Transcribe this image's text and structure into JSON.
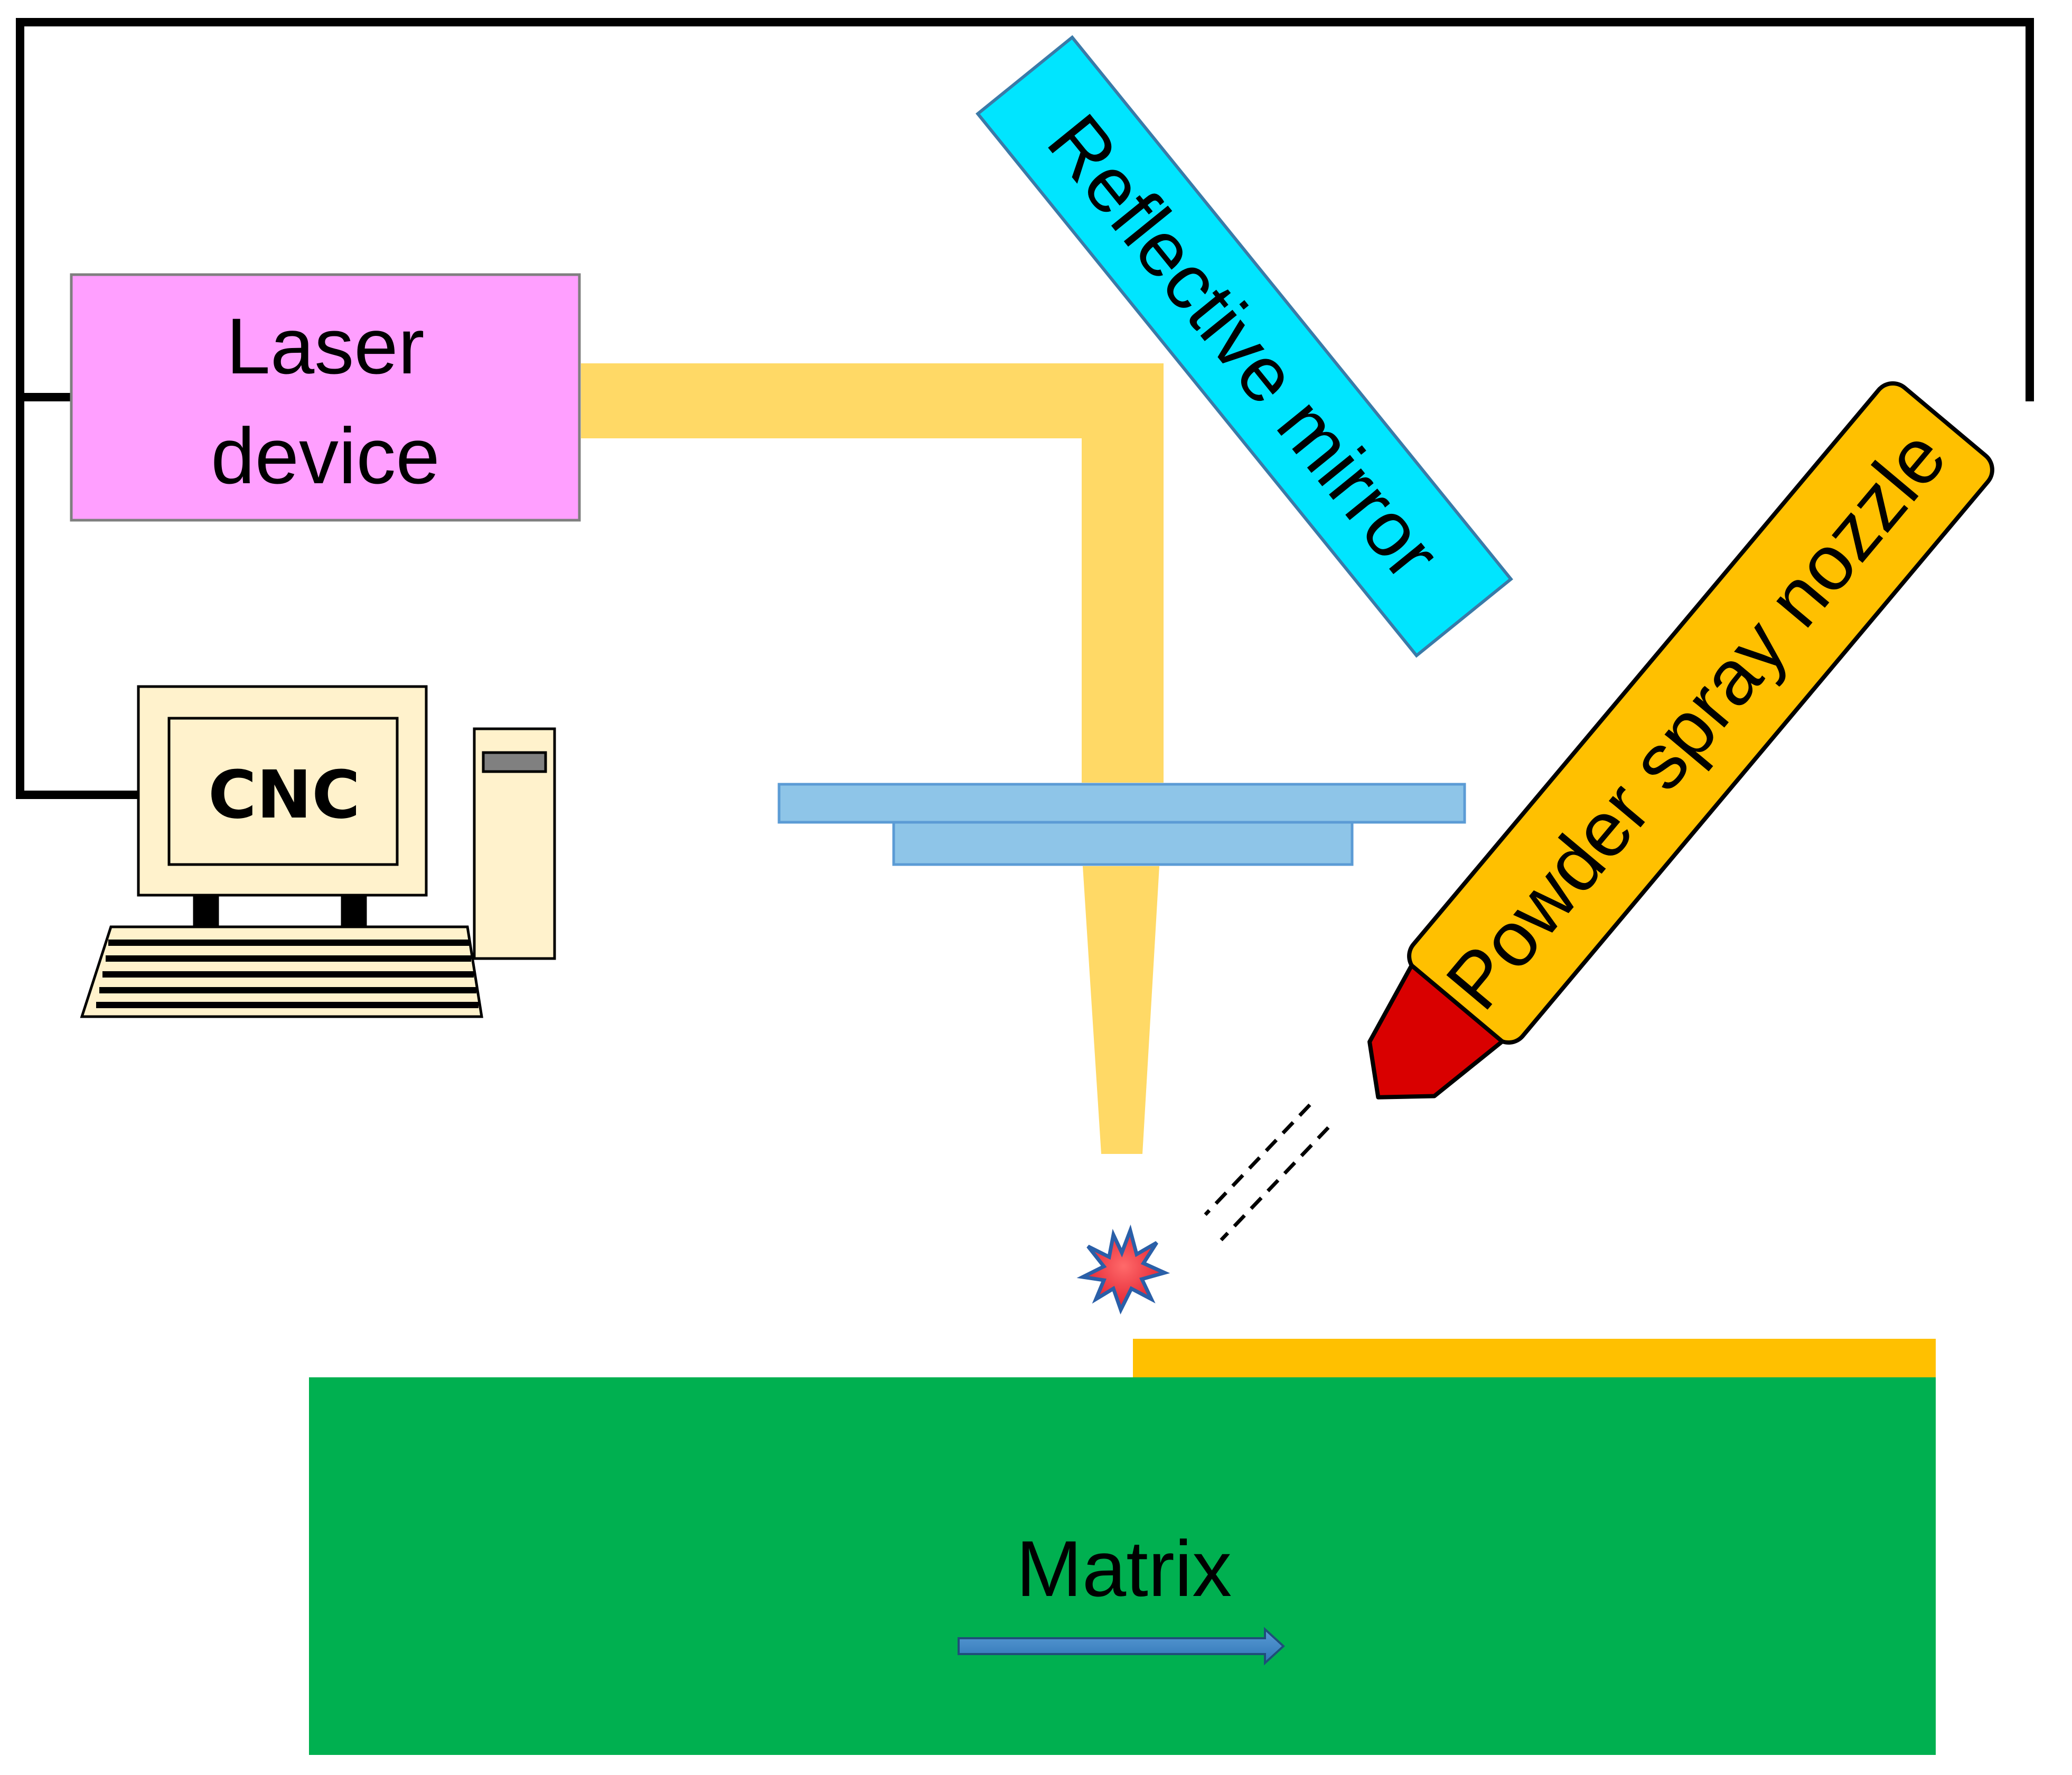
{
  "labels": {
    "laser_line1": "Laser",
    "laser_line2": "device",
    "mirror": "Reflective mirror",
    "nozzle": "Powder spray nozzle",
    "cnc": "CNC",
    "matrix": "Matrix"
  },
  "colors": {
    "laser_device": "#FF9FFF",
    "mirror": "#00E5FF",
    "nozzle_body": "#FFC000",
    "nozzle_tip": "#D90000",
    "beam": "#FFD966",
    "lens": "#8EC5E8",
    "matrix": "#00B050",
    "coating": "#FFC000",
    "computer": "#FFF2CC",
    "wire": "#000000",
    "arrow": "#2E75B6",
    "spark": "#E8303A"
  },
  "icons": {
    "computer": "desktop-computer-icon",
    "spark": "melt-pool-spark-icon",
    "arrow": "arrow-right-icon"
  }
}
